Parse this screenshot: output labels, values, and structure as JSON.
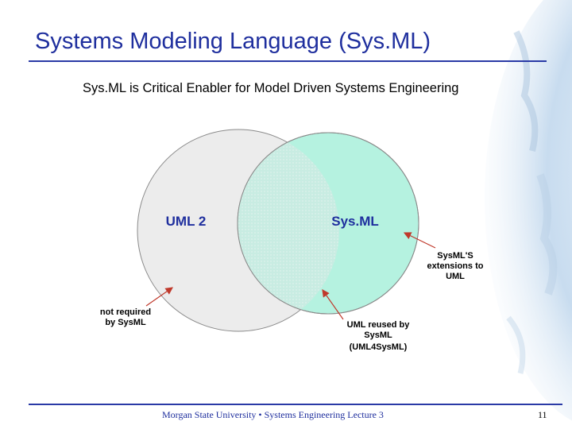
{
  "slide": {
    "title": "Systems Modeling Language (Sys.ML)",
    "subtitle": "Sys.ML is Critical Enabler for Model Driven Systems Engineering"
  },
  "diagram": {
    "left_set_label": "UML 2",
    "right_set_label": "Sys.ML",
    "annotations": {
      "extensions": [
        "SysML'S",
        "extensions to",
        "UML"
      ],
      "not_required": [
        "not required",
        "by SysML"
      ],
      "reused": [
        "UML reused by",
        "SysML",
        "(UML4SysML)"
      ]
    },
    "colors": {
      "left_fill": "#ececec",
      "right_fill": "#b5f2e0",
      "overlap_fill": "#cdeee4",
      "label_color": "#1f2f9e",
      "arrow_color": "#c0392b"
    }
  },
  "footer": {
    "text": "Morgan State University • Systems Engineering Lecture 3",
    "page_number": "11"
  }
}
